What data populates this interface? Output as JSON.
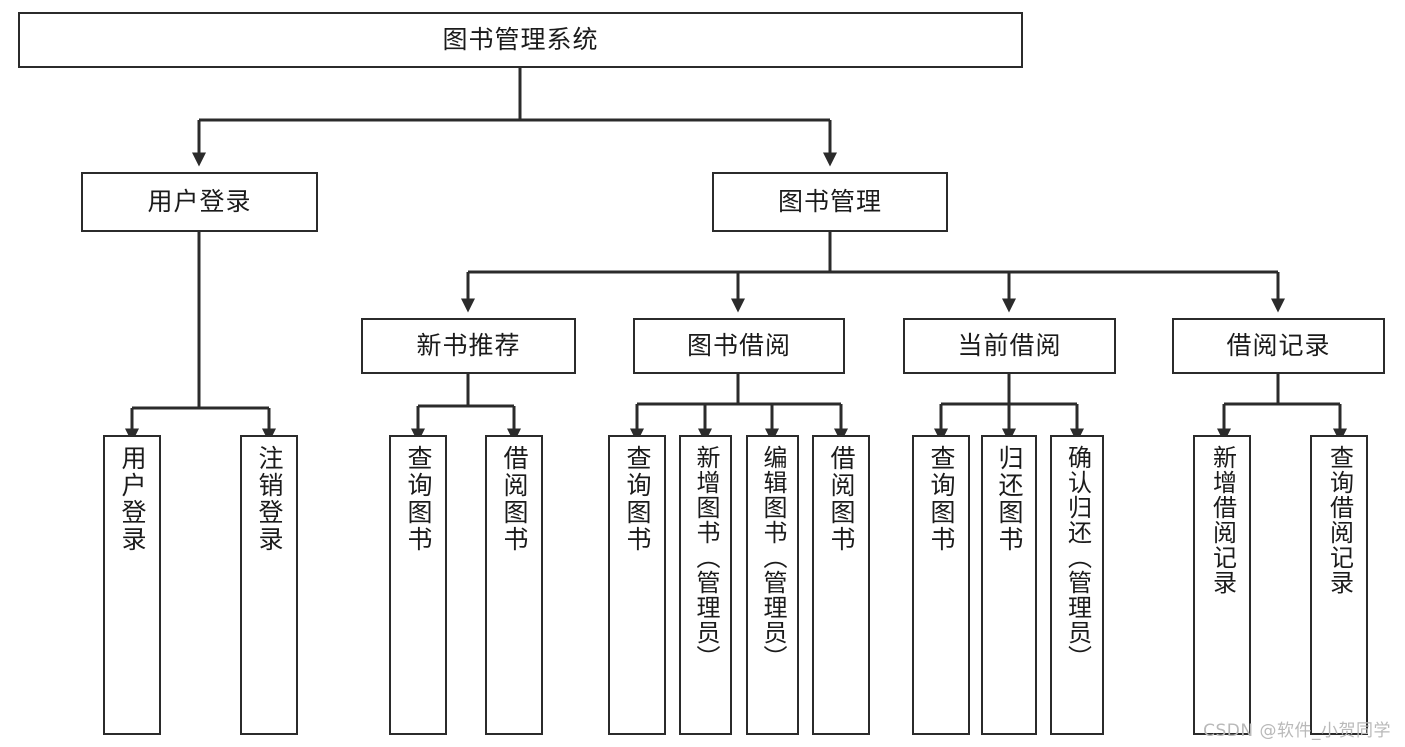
{
  "diagram": {
    "type": "tree-hierarchy",
    "title": "图书管理系统",
    "orientation": "top-down",
    "colors": {
      "background": "#ffffff",
      "box_fill": "#ffffff",
      "box_stroke": "#2b2b2b",
      "text": "#1b1b1b",
      "connector": "#2b2b2b",
      "watermark": "#b9b9b9"
    },
    "root": {
      "id": "root",
      "label": "图书管理系统"
    },
    "level2": [
      {
        "id": "user-login",
        "label": "用户登录"
      },
      {
        "id": "book-manage",
        "label": "图书管理"
      }
    ],
    "level3": [
      {
        "id": "new-book-rec",
        "label": "新书推荐",
        "parent": "book-manage"
      },
      {
        "id": "book-borrow",
        "label": "图书借阅",
        "parent": "book-manage"
      },
      {
        "id": "current-borrow",
        "label": "当前借阅",
        "parent": "book-manage"
      },
      {
        "id": "borrow-record",
        "label": "借阅记录",
        "parent": "book-manage"
      }
    ],
    "leaves": [
      {
        "id": "leaf-user-login",
        "label": "用户登录",
        "parent": "user-login"
      },
      {
        "id": "leaf-user-logout",
        "label": "注销登录",
        "parent": "user-login"
      },
      {
        "id": "leaf-rec-query",
        "label": "查询图书",
        "parent": "new-book-rec"
      },
      {
        "id": "leaf-rec-borrow",
        "label": "借阅图书",
        "parent": "new-book-rec"
      },
      {
        "id": "leaf-borrow-query",
        "label": "查询图书",
        "parent": "book-borrow"
      },
      {
        "id": "leaf-borrow-add",
        "label": "新增图书（管理员）",
        "parent": "book-borrow"
      },
      {
        "id": "leaf-borrow-edit",
        "label": "编辑图书（管理员）",
        "parent": "book-borrow"
      },
      {
        "id": "leaf-borrow-lend",
        "label": "借阅图书",
        "parent": "book-borrow"
      },
      {
        "id": "leaf-cur-query",
        "label": "查询图书",
        "parent": "current-borrow"
      },
      {
        "id": "leaf-cur-return",
        "label": "归还图书",
        "parent": "current-borrow"
      },
      {
        "id": "leaf-cur-confirm",
        "label": "确认归还（管理员）",
        "parent": "current-borrow"
      },
      {
        "id": "leaf-rec-add",
        "label": "新增借阅记录",
        "parent": "borrow-record"
      },
      {
        "id": "leaf-rec-query2",
        "label": "查询借阅记录",
        "parent": "borrow-record"
      }
    ],
    "edges": [
      {
        "from": "root",
        "to": "user-login",
        "arrow": "triangle-down"
      },
      {
        "from": "root",
        "to": "book-manage",
        "arrow": "triangle-down"
      },
      {
        "from": "book-manage",
        "to": "new-book-rec",
        "arrow": "triangle-down"
      },
      {
        "from": "book-manage",
        "to": "book-borrow",
        "arrow": "triangle-down"
      },
      {
        "from": "book-manage",
        "to": "current-borrow",
        "arrow": "triangle-down"
      },
      {
        "from": "book-manage",
        "to": "borrow-record",
        "arrow": "triangle-down"
      },
      {
        "from": "user-login",
        "to": "leaf-user-login",
        "arrow": "triangle-down"
      },
      {
        "from": "user-login",
        "to": "leaf-user-logout",
        "arrow": "triangle-down"
      },
      {
        "from": "new-book-rec",
        "to": "leaf-rec-query",
        "arrow": "triangle-down"
      },
      {
        "from": "new-book-rec",
        "to": "leaf-rec-borrow",
        "arrow": "triangle-down"
      },
      {
        "from": "book-borrow",
        "to": "leaf-borrow-query",
        "arrow": "triangle-down"
      },
      {
        "from": "book-borrow",
        "to": "leaf-borrow-add",
        "arrow": "triangle-down"
      },
      {
        "from": "book-borrow",
        "to": "leaf-borrow-edit",
        "arrow": "triangle-down"
      },
      {
        "from": "book-borrow",
        "to": "leaf-borrow-lend",
        "arrow": "triangle-down"
      },
      {
        "from": "current-borrow",
        "to": "leaf-cur-query",
        "arrow": "triangle-down"
      },
      {
        "from": "current-borrow",
        "to": "leaf-cur-return",
        "arrow": "triangle-down"
      },
      {
        "from": "current-borrow",
        "to": "leaf-cur-confirm",
        "arrow": "triangle-down"
      },
      {
        "from": "borrow-record",
        "to": "leaf-rec-add",
        "arrow": "triangle-down"
      },
      {
        "from": "borrow-record",
        "to": "leaf-rec-query2",
        "arrow": "triangle-down"
      }
    ]
  },
  "watermark": {
    "text": "CSDN @软件_小贺同学"
  }
}
